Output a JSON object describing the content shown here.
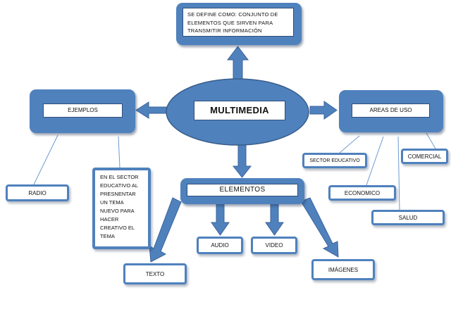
{
  "center": {
    "title": "MULTIMEDIA"
  },
  "definition": {
    "text": "SE DEFINE COMO: CONJUNTO DE ELEMENTOS QUE SIRVEN PARA TRANSMITIR INFORMACIÓN"
  },
  "left_branch": {
    "title": "EJEMPLOS",
    "items": [
      "RADIO"
    ],
    "example_text": "EN EL SECTOR EDUCATIVO AL PRESNENTAR UN TEMA NUEVO PARA HACER CREATIVO EL TEMA"
  },
  "right_branch": {
    "title": "AREAS DE USO",
    "items": [
      "SECTOR EDUCATIVO",
      "ECONOMICO",
      "COMERCIAL",
      "SALUD"
    ]
  },
  "bottom_branch": {
    "title": "ELEMENTOS",
    "items": [
      "TEXTO",
      "AUDIO",
      "VIDEO",
      "IMÁGENES"
    ]
  },
  "colors": {
    "fill": "#4f81bd",
    "border": "#385d8a"
  }
}
